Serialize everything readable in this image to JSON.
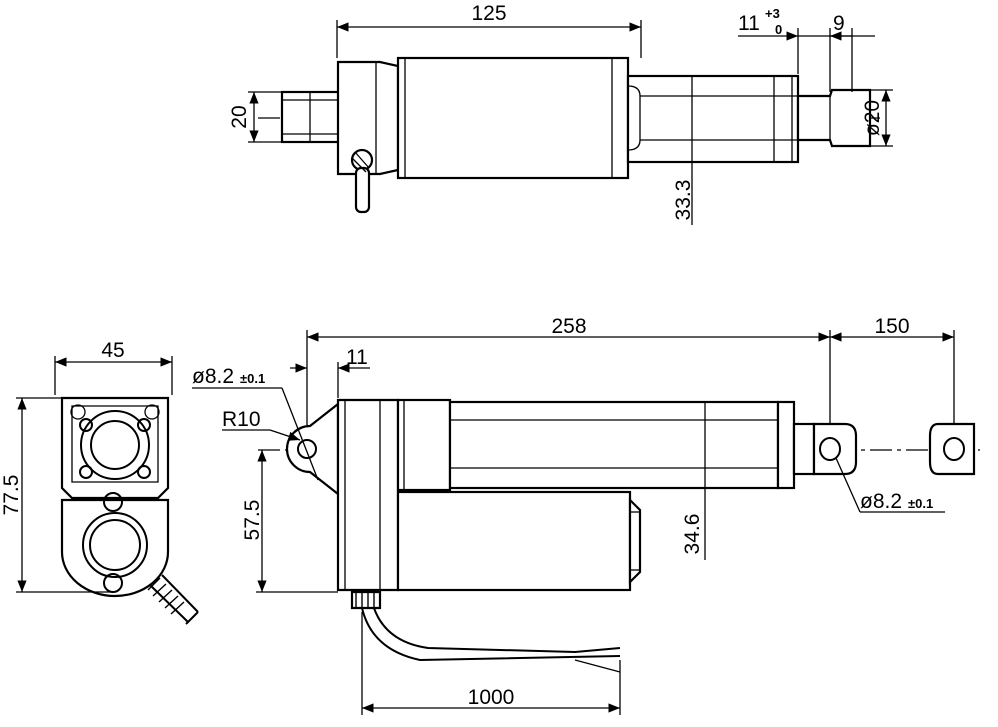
{
  "drawing": {
    "top_view": {
      "length": "125",
      "stroke_offset": "11",
      "stroke_tol_plus": "+3",
      "stroke_tol_minus": "0",
      "rod_end": "9",
      "end_height": "20",
      "rod_dia": "ø20",
      "tube_height": "33.3"
    },
    "side_view": {
      "retracted_length": "258",
      "stroke": "150",
      "hole_offset": "11",
      "rear_hole": "ø8.2",
      "rear_hole_tol": "±0.1",
      "front_hole": "ø8.2",
      "front_hole_tol": "±0.1",
      "radius": "R10",
      "motor_offset": "57.5",
      "tube_height": "34.6",
      "cable_length": "1000"
    },
    "end_view": {
      "width": "45",
      "height": "77.5"
    }
  }
}
